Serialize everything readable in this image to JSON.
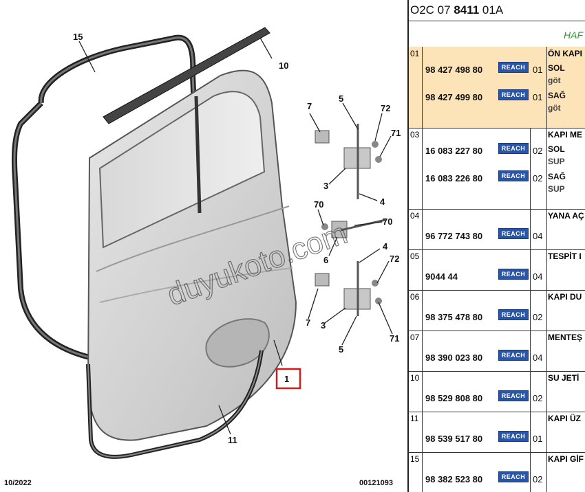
{
  "diagram": {
    "callouts": [
      "15",
      "10",
      "7",
      "5",
      "72",
      "71",
      "3",
      "4",
      "70",
      "70",
      "6",
      "4",
      "72",
      "7",
      "3",
      "5",
      "71",
      "1",
      "11"
    ],
    "footer_left": "10/2022",
    "footer_right": "00121093",
    "watermark": "duyukoto.com"
  },
  "panel": {
    "ref_prefix": "O2C 07 ",
    "ref_bold": "8411",
    "ref_suffix": " 01A",
    "section_title": "HAF",
    "rows": [
      {
        "item": "01",
        "part": "98 427 498 80",
        "badge": "REACH",
        "qty": "01",
        "desc": "ÖN KAPI",
        "side": "SOL",
        "note": "göt"
      },
      {
        "item": "",
        "part": "98 427 499 80",
        "badge": "REACH",
        "qty": "01",
        "desc": "",
        "side": "SAĞ",
        "note": "göt"
      },
      {
        "item": "03",
        "part": "16 083 227 80",
        "badge": "REACH",
        "qty": "02",
        "desc": "KAPI ME",
        "side": "SOL",
        "note": "SUP"
      },
      {
        "item": "",
        "part": "16 083 226 80",
        "badge": "REACH",
        "qty": "02",
        "desc": "",
        "side": "SAĞ",
        "note": "SUP"
      },
      {
        "item": "04",
        "part": "96 772 743 80",
        "badge": "REACH",
        "qty": "04",
        "desc": "YANA AÇ"
      },
      {
        "item": "05",
        "part": "9044 44",
        "badge": "REACH",
        "qty": "04",
        "desc": "TESPİT I"
      },
      {
        "item": "06",
        "part": "98 375 478 80",
        "badge": "REACH",
        "qty": "02",
        "desc": "KAPI DU"
      },
      {
        "item": "07",
        "part": "98 390 023 80",
        "badge": "REACH",
        "qty": "04",
        "desc": "MENTEŞ"
      },
      {
        "item": "10",
        "part": "98 529 808 80",
        "badge": "REACH",
        "qty": "02",
        "desc": "SU JETİ"
      },
      {
        "item": "11",
        "part": "98 539 517 80",
        "badge": "REACH",
        "qty": "01",
        "desc": "KAPI ÜZ"
      },
      {
        "item": "15",
        "part": "98 382 523 80",
        "badge": "REACH",
        "qty": "02",
        "desc": "KAPI GİF"
      }
    ]
  }
}
